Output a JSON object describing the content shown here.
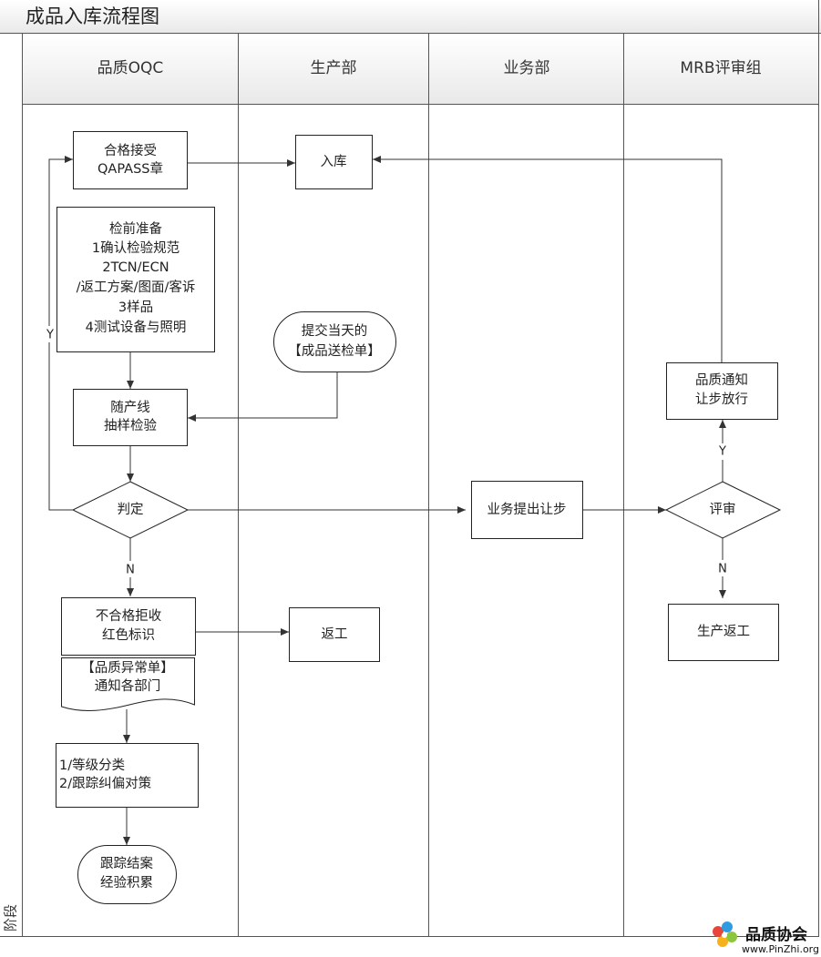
{
  "title": "成品入库流程图",
  "stage_label": "阶段",
  "lanes": [
    "品质OQC",
    "生产部",
    "业务部",
    "MRB评审组"
  ],
  "nodes": {
    "accept": [
      "合格接受",
      "QAPASS章"
    ],
    "store": [
      "入库"
    ],
    "prep": [
      "检前准备",
      "1确认检验规范",
      "2TCN/ECN",
      "/返工方案/图面/客诉",
      "3样品",
      "4测试设备与照明"
    ],
    "submit": [
      "提交当天的",
      "【成品送检单】"
    ],
    "sampling": [
      "随产线",
      "抽样检验"
    ],
    "judge": [
      "判定"
    ],
    "concession": [
      "业务提出让步"
    ],
    "review": [
      "评审"
    ],
    "notice": [
      "品质通知",
      "让步放行"
    ],
    "reject": [
      "不合格拒收",
      "红色标识"
    ],
    "rework": [
      "返工"
    ],
    "abnormal": [
      "【品质异常单】",
      "通知各部门"
    ],
    "classify": [
      "1/等级分类",
      "2/跟踪纠偏对策"
    ],
    "close": [
      "跟踪结案",
      "经验积累"
    ],
    "mrb_rework": [
      "生产返工"
    ]
  },
  "edge_labels": {
    "yes_loop": "Y",
    "no_down": "N",
    "yes_up": "Y",
    "no_review": "N"
  },
  "watermark": {
    "brand": "品质协会",
    "url": "www.PinZhi.org"
  }
}
